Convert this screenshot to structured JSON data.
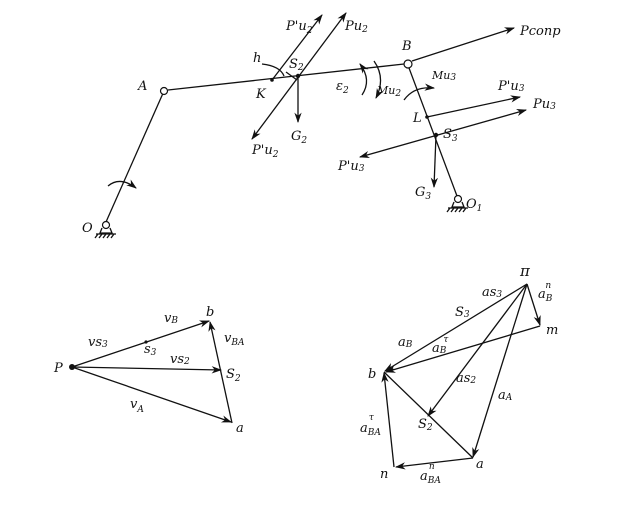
{
  "mechanism": {
    "A": "A",
    "B": "B",
    "O": "O",
    "O1": {
      "t": "O",
      "s": "1"
    },
    "K": "K",
    "L": "L",
    "h": "h",
    "S2": {
      "t": "S",
      "s": "2"
    },
    "S3": {
      "t": "S",
      "s": "3"
    },
    "Pu2": {
      "t": "Pu",
      "s": "2"
    },
    "Pu2p_top": {
      "t": "P'u",
      "s": "2"
    },
    "Pu2p_bottom": {
      "t": "P'u",
      "s": "2"
    },
    "G2": {
      "t": "G",
      "s": "2"
    },
    "G3": {
      "t": "G",
      "s": "3"
    },
    "eps2": {
      "t": "ε",
      "s": "2"
    },
    "Mu2": {
      "t": "Mu",
      "s": "2"
    },
    "Mu3": {
      "t": "Mu",
      "s": "3"
    },
    "Pcomp": "Pсопр",
    "Pu3": {
      "t": "Pu",
      "s": "3"
    },
    "Pu3p_top": {
      "t": "P'u",
      "s": "3"
    },
    "Pu3p_bottom": {
      "t": "P'u",
      "s": "3"
    }
  },
  "velocity_plan": {
    "P": "P",
    "b": "b",
    "a": "a",
    "s3": {
      "t": "s",
      "s": "3"
    },
    "s2": {
      "t": "S",
      "s": "2"
    },
    "vS3": {
      "t": "vs",
      "s": "3"
    },
    "vB": {
      "t": "v",
      "s": "B"
    },
    "vBA": {
      "t": "v",
      "s": "BA"
    },
    "vS2": {
      "t": "vs",
      "s": "2"
    },
    "vA": {
      "t": "v",
      "s": "A"
    }
  },
  "acceleration_plan": {
    "pi": "π",
    "m": "m",
    "b": "b",
    "a": "a",
    "n": "n",
    "s3": {
      "t": "S",
      "s": "3"
    },
    "s2": {
      "t": "S",
      "s": "2"
    },
    "as3": {
      "t": "as",
      "s": "3"
    },
    "aBn": {
      "t": "a",
      "s": "B",
      "sup": "n"
    },
    "aB": {
      "t": "a",
      "s": "B"
    },
    "aBt": {
      "t": "a",
      "s": "B",
      "sup": "τ"
    },
    "as2": {
      "t": "as",
      "s": "2"
    },
    "aA": {
      "t": "a",
      "s": "A"
    },
    "aBAt": {
      "t": "a",
      "s": "BA",
      "sup": "τ"
    },
    "aBAn": {
      "t": "a",
      "s": "BA",
      "sup": "n"
    }
  }
}
